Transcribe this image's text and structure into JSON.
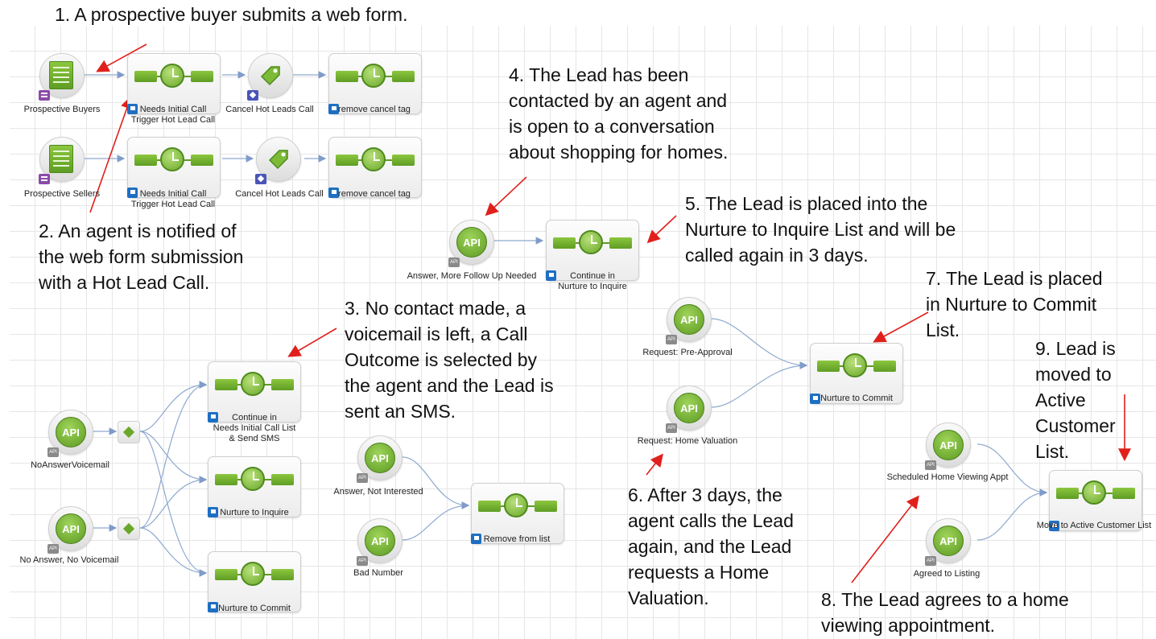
{
  "annotations": {
    "a1": "1. A prospective buyer submits a web form.",
    "a2": [
      "2. An agent is notified of",
      "the web form submission",
      "with a  Hot Lead Call."
    ],
    "a3": [
      "3. No contact made, a",
      "voicemail is left, a Call",
      "Outcome is selected by",
      "the agent and the Lead is",
      "sent an SMS."
    ],
    "a4": [
      "4. The Lead has been",
      "contacted by an agent and",
      "is open to a conversation",
      "about shopping for homes."
    ],
    "a5": [
      "5. The Lead is placed into the",
      "Nurture to Inquire List and will be",
      "called again in 3 days."
    ],
    "a6": [
      "6. After 3 days, the",
      "agent calls the Lead",
      "again, and the Lead",
      "requests a Home",
      "Valuation."
    ],
    "a7": [
      "7. The Lead is placed",
      "in Nurture to Commit",
      "List."
    ],
    "a8": [
      "8. The Lead agrees to a home",
      "viewing appointment."
    ],
    "a9": [
      "9. Lead is",
      "moved to",
      "Active",
      "Customer",
      "List."
    ]
  },
  "nodes": {
    "prospective_buyers": "Prospective Buyers",
    "needs_call_1": [
      "Needs Initial Call",
      "Trigger Hot Lead Call"
    ],
    "cancel_hot_1": "Cancel Hot Leads Call",
    "remove_cancel_1": "remove cancel tag",
    "prospective_sellers": "Prospective Sellers",
    "needs_call_2": [
      "Needs Initial Call",
      "Trigger Hot Lead Call"
    ],
    "cancel_hot_2": "Cancel Hot Leads Call",
    "remove_cancel_2": "remove cancel tag",
    "answer_more": "Answer, More Follow Up Needed",
    "continue_inquire": [
      "Continue in",
      "Nurture to Inquire"
    ],
    "no_answer_vm": "NoAnswerVoicemail",
    "no_answer_no_vm": "No Answer, No Voicemail",
    "continue_needs": [
      "Continue in",
      "Needs Initial Call List",
      "& Send SMS"
    ],
    "nurture_inquire": "Nurture to Inquire",
    "nurture_commit_a": "Nurture to Commit",
    "answer_not_interested": "Answer, Not Interested",
    "bad_number": "Bad Number",
    "remove_from_list": "Remove from list",
    "req_preapproval": "Request: Pre-Approval",
    "req_home_val": "Request: Home Valuation",
    "nurture_commit_b": "Nurture to Commit",
    "scheduled_viewing": "Scheduled Home Viewing Appt",
    "agreed_listing": "Agreed to Listing",
    "move_active": "Move to Active Customer List"
  },
  "api_text": "API",
  "api_badge_text": "API",
  "colors": {
    "arrow_red": "#e0201c",
    "connector_blue": "#8ea9cf",
    "green": "#6aa82a"
  }
}
